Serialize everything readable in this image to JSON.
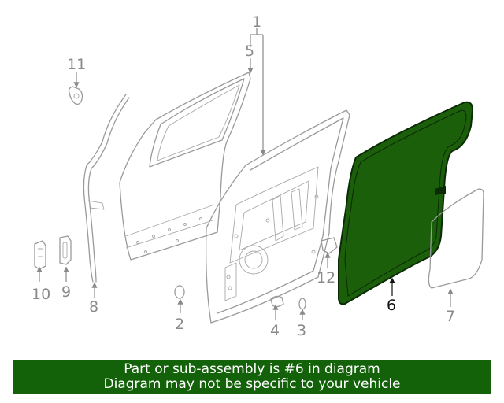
{
  "diagram": {
    "callouts": {
      "c1": "1",
      "c2": "2",
      "c3": "3",
      "c4": "4",
      "c5": "5",
      "c6": "6",
      "c7": "7",
      "c8": "8",
      "c9": "9",
      "c10": "10",
      "c11": "11",
      "c12": "12"
    },
    "highlighted_part": "6",
    "colors": {
      "highlight_fill": "#1b5f0b",
      "highlight_stroke": "#0b2a06",
      "parts_stroke": "#9a9a9a",
      "banner_bg": "#13620a"
    }
  },
  "banner": {
    "line1": "Part or sub-assembly is #6 in diagram",
    "line2": "Diagram may not be specific to your vehicle"
  }
}
